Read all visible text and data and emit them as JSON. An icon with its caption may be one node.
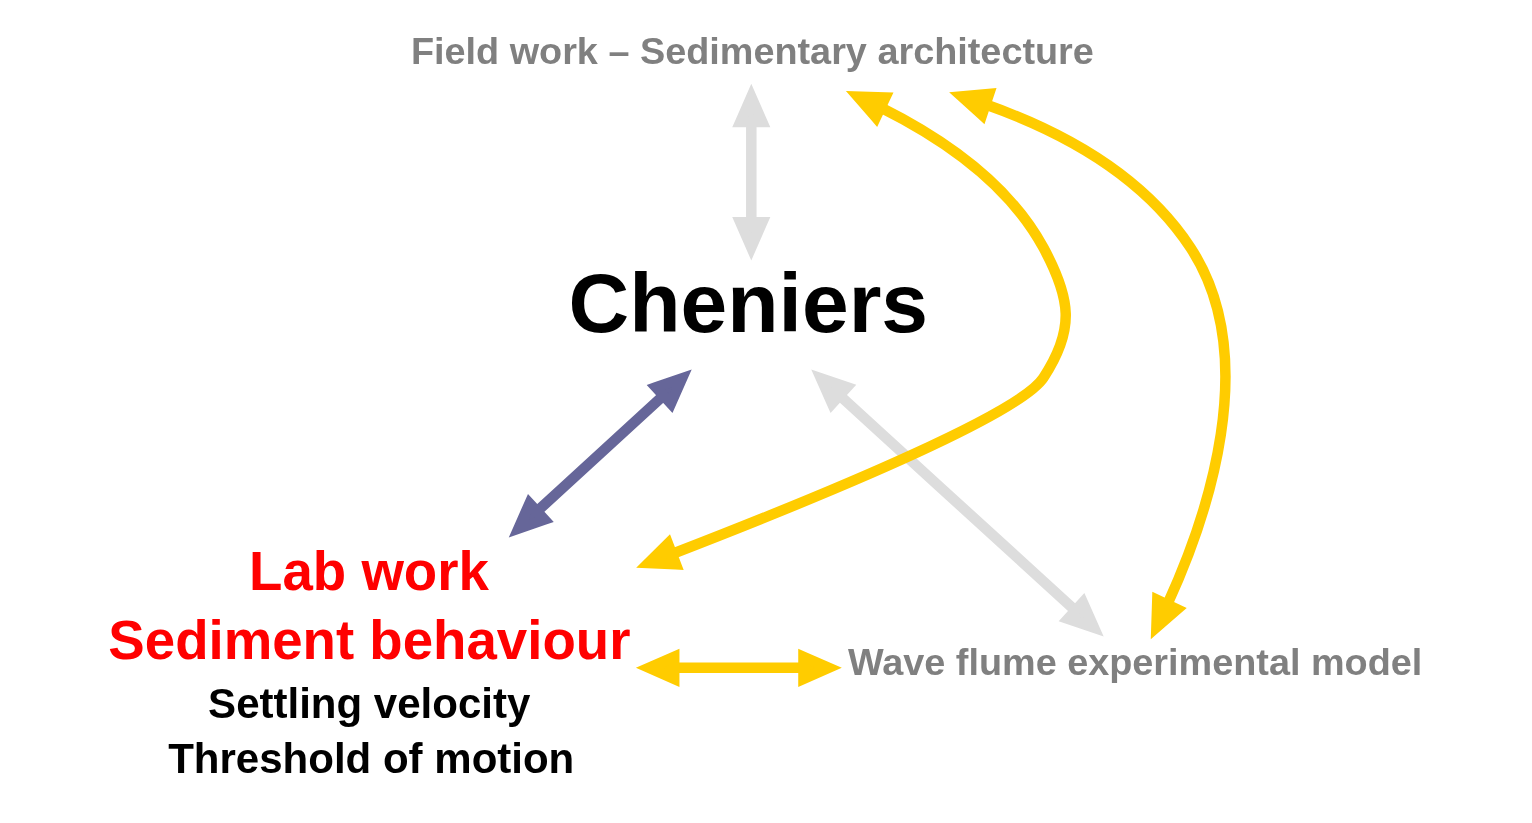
{
  "diagram": {
    "nodes": [
      {
        "text": [
          "Cheniers"
        ]
      },
      {
        "text": [
          "Field work – Sedimentary architecture"
        ]
      },
      {
        "text": [
          "Lab work",
          "Sediment behaviour",
          "Settling velocity",
          "Threshold of motion"
        ]
      },
      {
        "text": [
          "Wave flume experimental model"
        ]
      }
    ],
    "edges": [
      {
        "from": 0,
        "to": 1,
        "arrow": "both",
        "color": "#dddddd"
      },
      {
        "from": 0,
        "to": 2,
        "arrow": "both",
        "color": "#666699"
      },
      {
        "from": 0,
        "to": 3,
        "arrow": "both",
        "color": "#dddddd"
      },
      {
        "from": 1,
        "to": 2,
        "arrow": "both",
        "color": "#ffcc00"
      },
      {
        "from": 1,
        "to": 3,
        "arrow": "both",
        "color": "#ffcc00"
      },
      {
        "from": 2,
        "to": 3,
        "arrow": "both",
        "color": "#ffcc00"
      }
    ]
  }
}
